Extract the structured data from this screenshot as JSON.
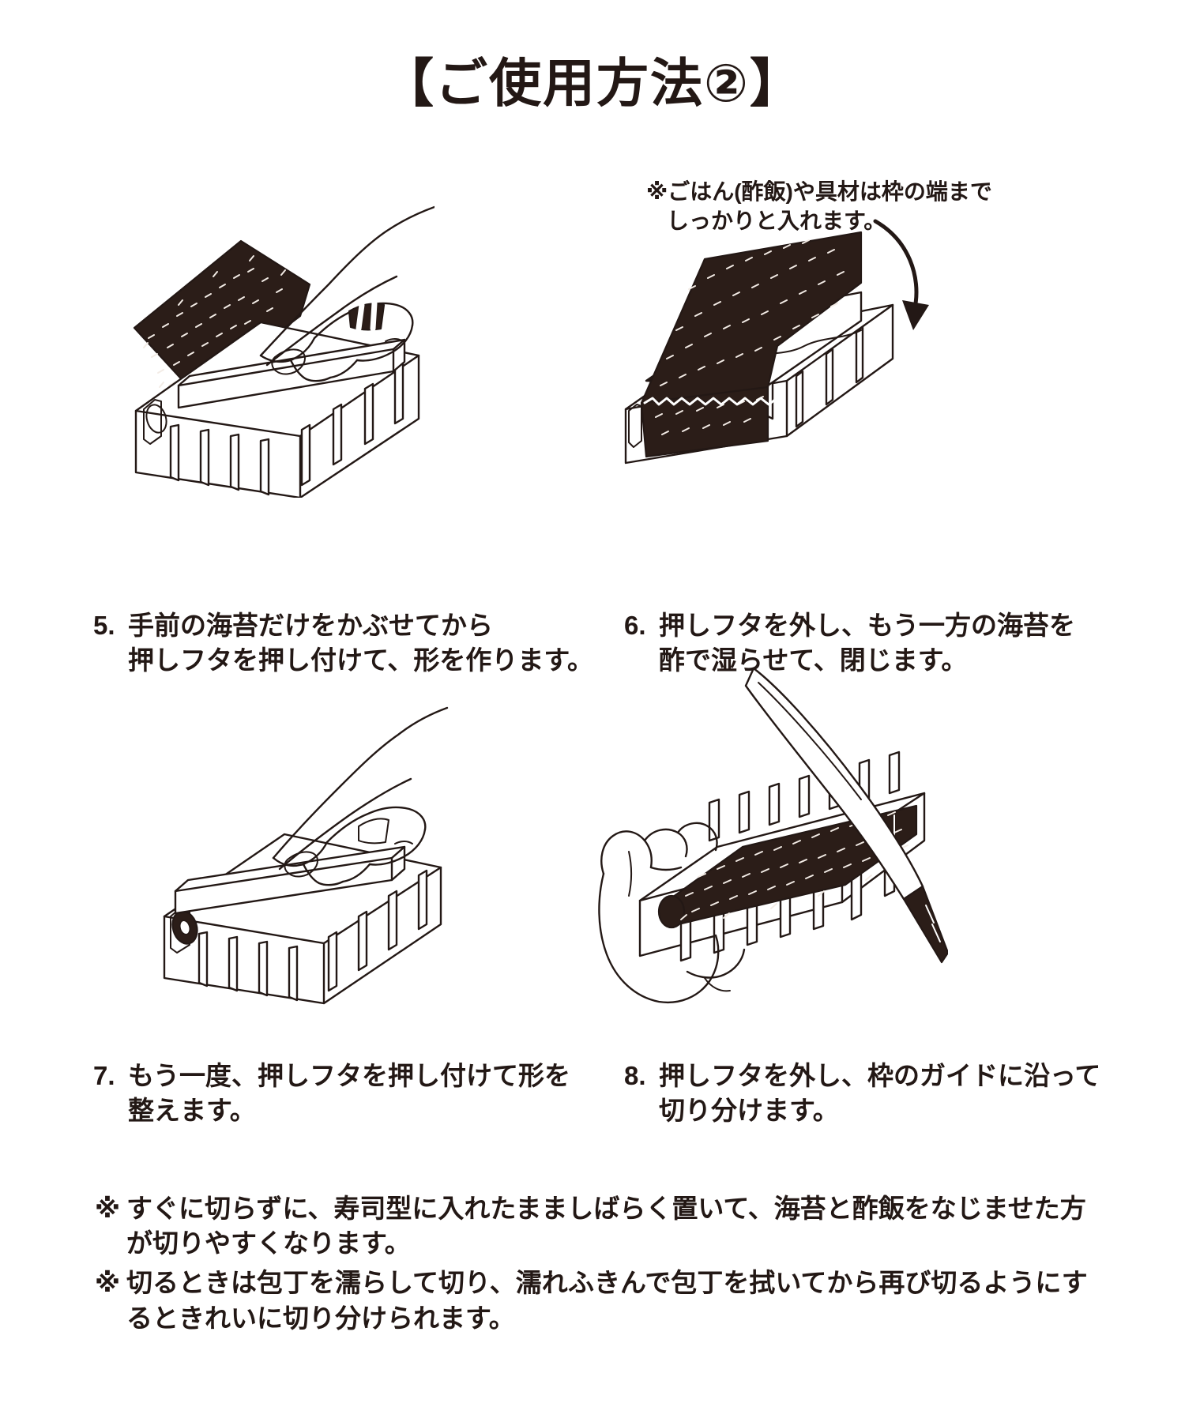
{
  "page": {
    "title": "【ご使用方法②】",
    "background_color": "#ffffff",
    "ink_color": "#231815"
  },
  "top_note": {
    "line1": "※ごはん(酢飯)や具材は枠の端まで",
    "line2": "しっかりと入れます。"
  },
  "steps": [
    {
      "number": "5.",
      "line1": "手前の海苔だけをかぶせてから",
      "line2": "押しフタを押し付けて、形を作ります。",
      "illustration": "hand-pressing-lid-onto-mold-with-nori"
    },
    {
      "number": "6.",
      "line1": "押しフタを外し、もう一方の海苔を",
      "line2": "酢で湿らせて、閉じます。",
      "illustration": "nori-sheet-folding-over-mold-with-arrow"
    },
    {
      "number": "7.",
      "line1": "もう一度、押しフタを押し付けて形を",
      "line2": "整えます。",
      "illustration": "hand-pressing-lid-second-time"
    },
    {
      "number": "8.",
      "line1": "押しフタを外し、枠のガイドに沿って",
      "line2": "切り分けます。",
      "illustration": "knife-cutting-sushi-roll-along-mold-guides"
    }
  ],
  "footnotes": [
    {
      "mark": "※",
      "line1": "すぐに切らずに、寿司型に入れたまましばらく置いて、海苔と酢飯をなじませた方",
      "line2": "が切りやすくなります。"
    },
    {
      "mark": "※",
      "line1": "切るときは包丁を濡らして切り、濡れふきんで包丁を拭いてから再び切るようにす",
      "line2": "るときれいに切り分けられます。"
    }
  ]
}
